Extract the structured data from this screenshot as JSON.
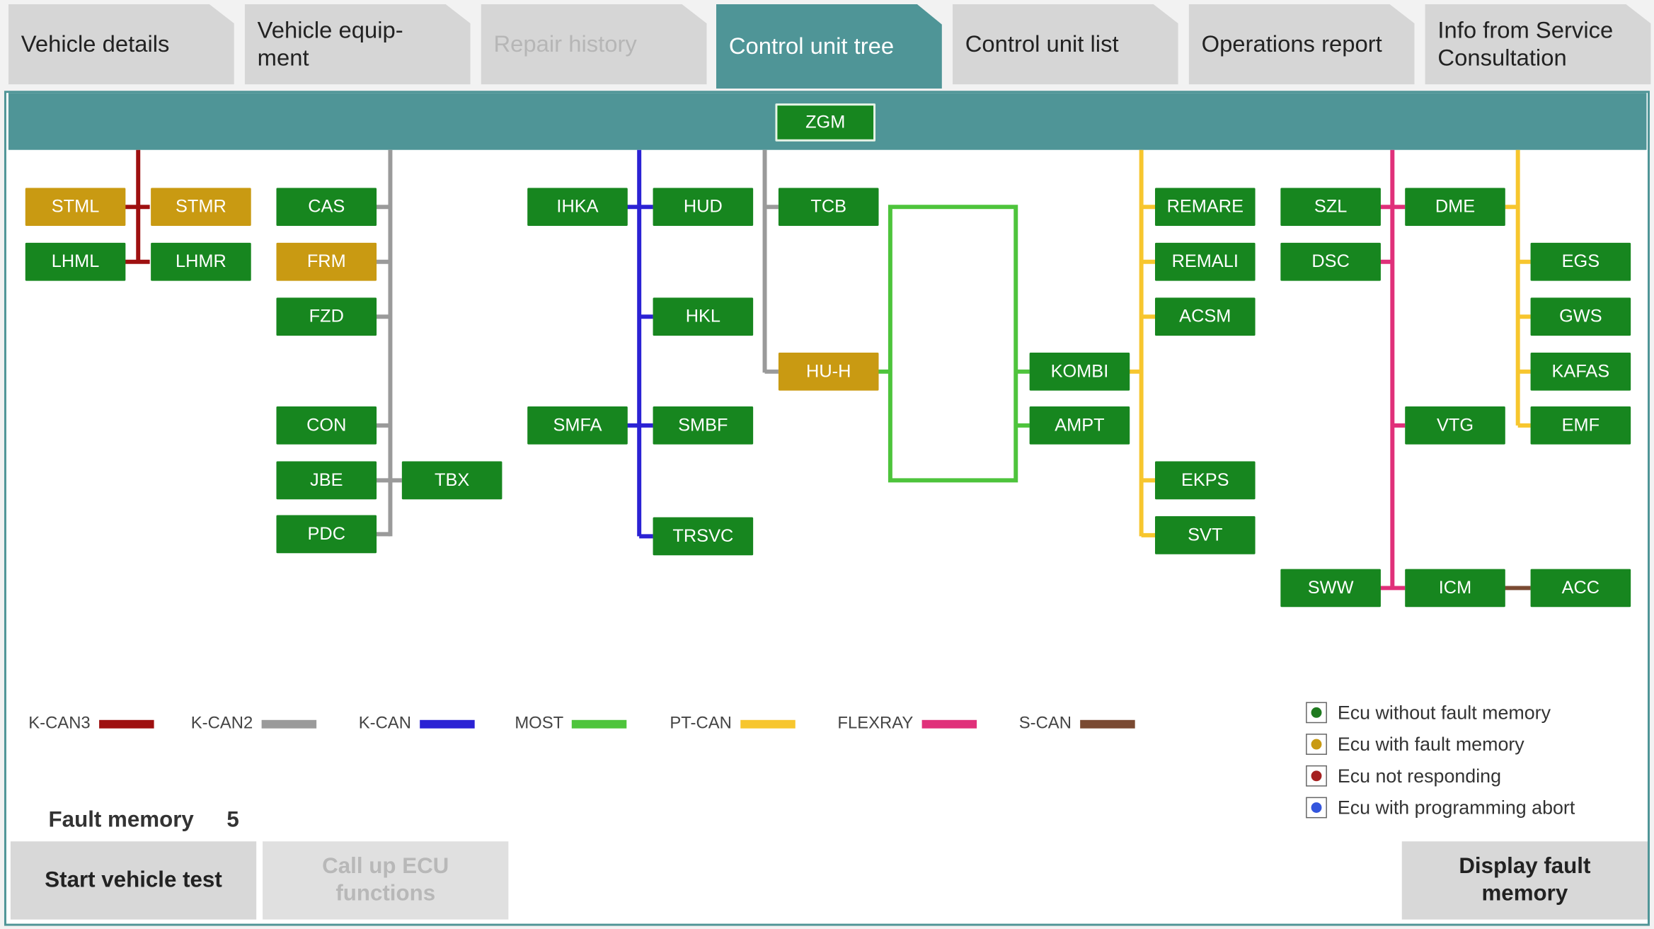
{
  "tabs": [
    {
      "label": "Vehicle details",
      "state": "normal"
    },
    {
      "label": "Vehicle equip-\nment",
      "state": "normal"
    },
    {
      "label": "Repair history",
      "state": "disabled"
    },
    {
      "label": "Control unit tree",
      "state": "active"
    },
    {
      "label": "Control unit list",
      "state": "normal"
    },
    {
      "label": "Operations report",
      "state": "normal"
    },
    {
      "label": "Info from Service Consultation",
      "state": "normal"
    }
  ],
  "ecus": {
    "zgm": "ZGM",
    "stml": "STML",
    "stmr": "STMR",
    "lhml": "LHML",
    "lhmr": "LHMR",
    "cas": "CAS",
    "frm": "FRM",
    "fzd": "FZD",
    "con": "CON",
    "jbe": "JBE",
    "tbx": "TBX",
    "pdc": "PDC",
    "ihka": "IHKA",
    "hud": "HUD",
    "hkl": "HKL",
    "smfa": "SMFA",
    "smbf": "SMBF",
    "trsvc": "TRSVC",
    "tcb": "TCB",
    "huh": "HU-H",
    "kombi": "KOMBI",
    "ampt": "AMPT",
    "remare": "REMARE",
    "remali": "REMALI",
    "acsm": "ACSM",
    "ekps": "EKPS",
    "svt": "SVT",
    "szl": "SZL",
    "dsc": "DSC",
    "dme": "DME",
    "vtg": "VTG",
    "sww": "SWW",
    "icm": "ICM",
    "acc": "ACC",
    "egs": "EGS",
    "gws": "GWS",
    "kafas": "KAFAS",
    "emf": "EMF"
  },
  "bus_legend": [
    {
      "name": "K-CAN3",
      "color": "#9e1010"
    },
    {
      "name": "K-CAN2",
      "color": "#9a9a9a"
    },
    {
      "name": "K-CAN",
      "color": "#2b22d4"
    },
    {
      "name": "MOST",
      "color": "#4ec43c"
    },
    {
      "name": "PT-CAN",
      "color": "#f7c62e"
    },
    {
      "name": "FLEXRAY",
      "color": "#e0307a"
    },
    {
      "name": "S-CAN",
      "color": "#7a4a32"
    }
  ],
  "status_legend": [
    {
      "label": "Ecu without fault memory",
      "color": "#1f7a1f"
    },
    {
      "label": "Ecu with fault memory",
      "color": "#c99a12"
    },
    {
      "label": "Ecu not responding",
      "color": "#a52020"
    },
    {
      "label": "Ecu with programming abort",
      "color": "#3355dd"
    }
  ],
  "fault_memory": {
    "label": "Fault memory",
    "count": "5"
  },
  "buttons": {
    "start_test": "Start vehicle test",
    "call_ecu": "Call up ECU functions",
    "display_fault": "Display fault memory"
  },
  "colors": {
    "ok": "#17861f",
    "fault": "#c99a12",
    "header": "#4f9597"
  }
}
